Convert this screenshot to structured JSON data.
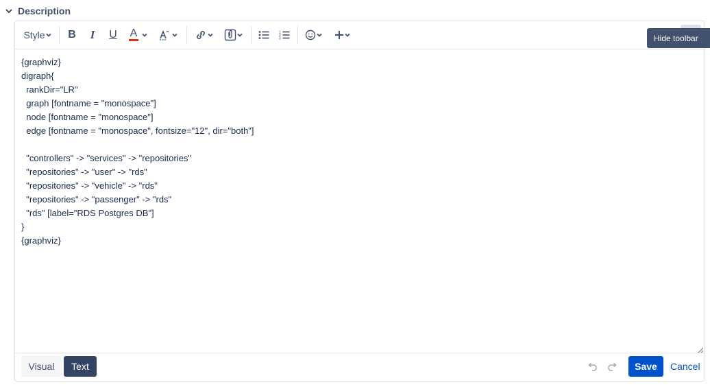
{
  "section": {
    "title": "Description"
  },
  "toolbar": {
    "style_label": "Style",
    "bold_label": "B",
    "italic_label": "I",
    "underline_label": "U",
    "text_color_label": "A",
    "text_color_accent": "#de350b",
    "icons": [
      "bold-icon",
      "italic-icon",
      "underline-icon",
      "text-color-icon",
      "clear-format-icon",
      "link-icon",
      "attachment-icon",
      "bullet-list-icon",
      "numbered-list-icon",
      "emoji-icon",
      "insert-plus-icon",
      "hide-toolbar-icon"
    ],
    "hide_tooltip": "Hide toolbar"
  },
  "editor": {
    "content": "{graphviz}\ndigraph{\n  rankDir=\"LR\"\n  graph [fontname = \"monospace\"]\n  node [fontname = \"monospace\"]\n  edge [fontname = \"monospace\", fontsize=\"12\", dir=\"both\"]\n\n  \"controllers\" -> \"services\" -> \"repositories\"\n  \"repositories\" -> \"user\" -> \"rds\"\n  \"repositories\" -> \"vehicle\" -> \"rds\"\n  \"repositories\" -> \"passenger\" -> \"rds\"\n  \"rds\" [label=\"RDS Postgres DB\"]\n}\n{graphviz}"
  },
  "footer": {
    "visual_label": "Visual",
    "text_label": "Text",
    "save_label": "Save",
    "cancel_label": "Cancel"
  },
  "colors": {
    "primary": "#0052cc",
    "active_mode": "#344563",
    "tooltip_bg": "#42526e"
  }
}
